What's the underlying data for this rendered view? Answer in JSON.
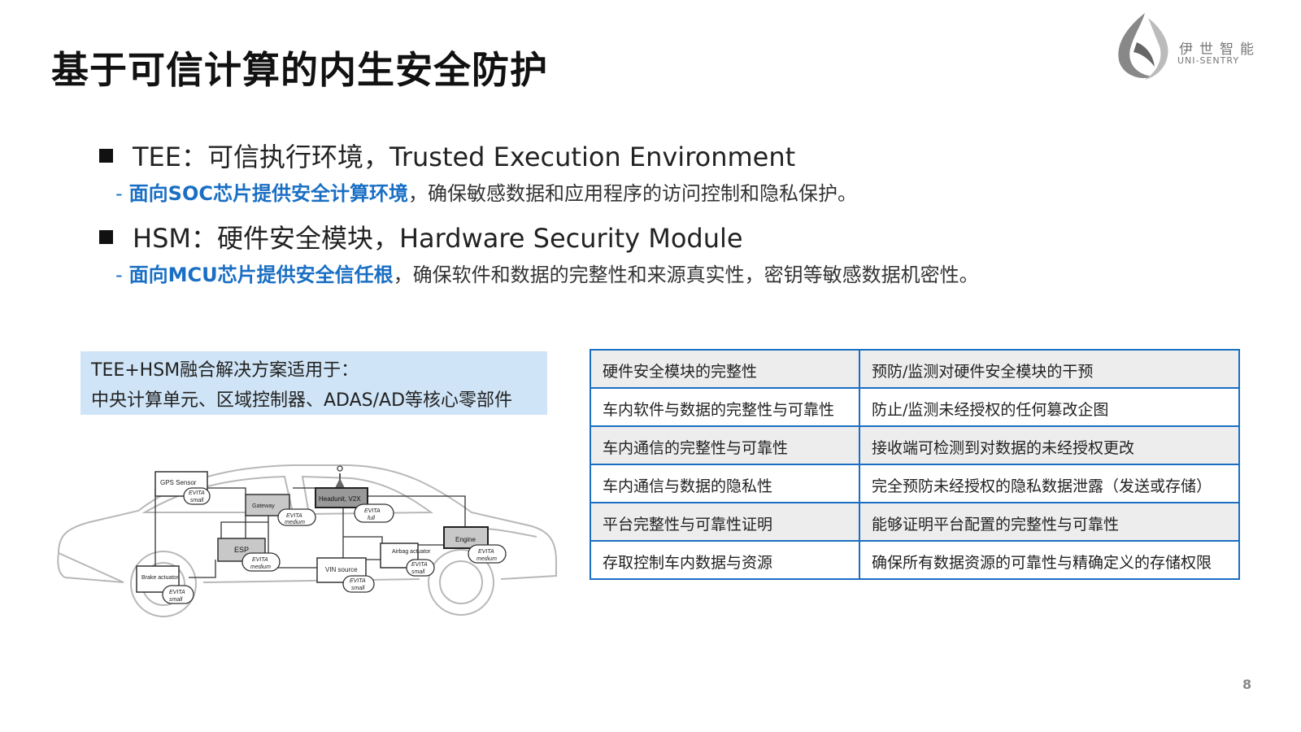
{
  "title": "基于可信计算的内生安全防护",
  "logo": {
    "cn": "伊世智能",
    "en": "UNI-SENTRY"
  },
  "bullets": [
    {
      "main": "TEE：可信执行环境，Trusted Execution Environment",
      "sub_dash": "-",
      "sub_highlight": "面向SOC芯片提供安全计算环境",
      "sub_rest": "，确保敏感数据和应用程序的访问控制和隐私保护。"
    },
    {
      "main": "HSM：硬件安全模块，Hardware Security Module",
      "sub_dash": "-",
      "sub_highlight": "面向MCU芯片提供安全信任根",
      "sub_rest": "，确保软件和数据的完整性和来源真实性，密钥等敏感数据机密性。"
    }
  ],
  "callout": {
    "line1": "TEE+HSM融合解决方案适用于：",
    "line2": "中央计算单元、区域控制器、ADAS/AD等核心零部件"
  },
  "diagram": {
    "boxes": {
      "gps": "GPS Sensor",
      "gateway": "Gateway",
      "headunit": "Headunit, V2X",
      "esp": "ESP",
      "airbag": "Airbag actuator",
      "engine": "Engine",
      "vin": "VIN source",
      "brake": "Brake actuator"
    },
    "evita": {
      "label": "EVITA",
      "small": "small",
      "medium": "medium",
      "full": "full"
    }
  },
  "table": [
    [
      "硬件安全模块的完整性",
      "预防/监测对硬件安全模块的干预"
    ],
    [
      "车内软件与数据的完整性与可靠性",
      "防止/监测未经授权的任何篡改企图"
    ],
    [
      "车内通信的完整性与可靠性",
      "接收端可检测到对数据的未经授权更改"
    ],
    [
      "车内通信与数据的隐私性",
      "完全预防未经授权的隐私数据泄露（发送或存储）"
    ],
    [
      "平台完整性与可靠性证明",
      "能够证明平台配置的完整性与可靠性"
    ],
    [
      "存取控制车内数据与资源",
      "确保所有数据资源的可靠性与精确定义的存储权限"
    ]
  ],
  "page_number": "8"
}
